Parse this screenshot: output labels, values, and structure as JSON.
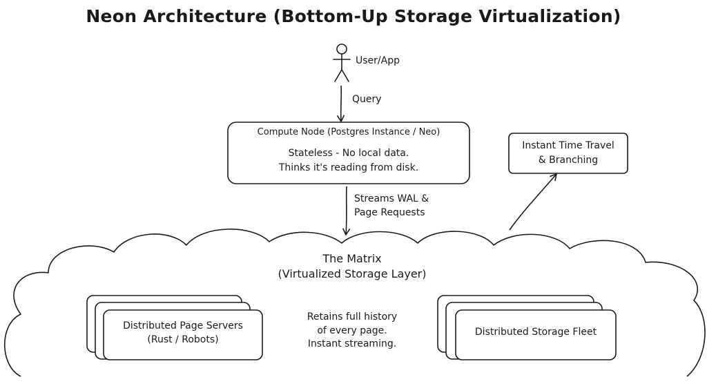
{
  "title": "Neon Architecture (Bottom-Up Storage Virtualization)",
  "actor": {
    "label": "User/App"
  },
  "edges": {
    "query": "Query",
    "streams_line1": "Streams WAL &",
    "streams_line2": "Page Requests"
  },
  "compute_node": {
    "title": "Compute Node (Postgres Instance / Neo)",
    "line1": "Stateless - No local data.",
    "line2": "Thinks it's reading from disk."
  },
  "time_travel": {
    "line1": "Instant Time Travel",
    "line2": "& Branching"
  },
  "matrix": {
    "title_line1": "The Matrix",
    "title_line2": "(Virtualized Storage Layer)",
    "note_line1": "Retains full history",
    "note_line2": "of every page.",
    "note_line3": "Instant streaming."
  },
  "page_servers": {
    "line1": "Distributed Page Servers",
    "line2": "(Rust / Robots)"
  },
  "storage_fleet": {
    "line1": "Distributed Storage Fleet"
  }
}
